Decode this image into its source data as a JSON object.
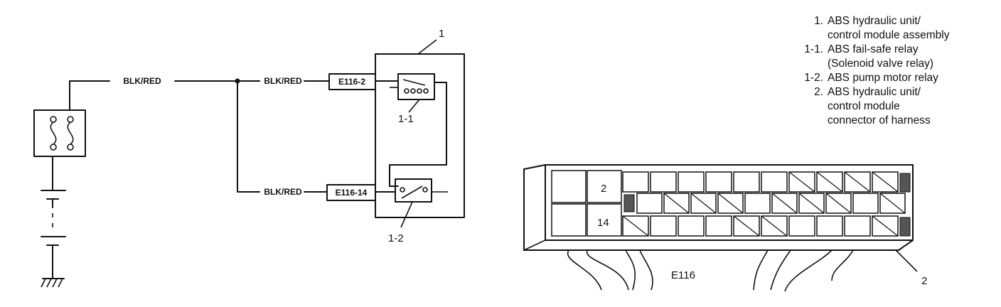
{
  "wires": {
    "fuse_to_junction": "BLK/RED",
    "to_e116_2": "BLK/RED",
    "to_e116_14": "BLK/RED"
  },
  "connectors": {
    "pin2": "E116-2",
    "pin14": "E116-14"
  },
  "callouts": {
    "module": "1",
    "relay_failsafe": "1-1",
    "relay_pump": "1-2",
    "harness_connector": "2"
  },
  "harness": {
    "label": "E116",
    "pin_top": "2",
    "pin_bottom": "14"
  },
  "legend": [
    {
      "key": "1.",
      "lines": [
        "ABS hydraulic unit/",
        "control module assembly"
      ]
    },
    {
      "key": "1-1.",
      "lines": [
        "ABS fail-safe relay",
        "(Solenoid valve relay)"
      ]
    },
    {
      "key": "1-2.",
      "lines": [
        "ABS pump motor relay"
      ]
    },
    {
      "key": "2.",
      "lines": [
        "ABS hydraulic unit/",
        "control module",
        "connector of harness"
      ]
    }
  ]
}
